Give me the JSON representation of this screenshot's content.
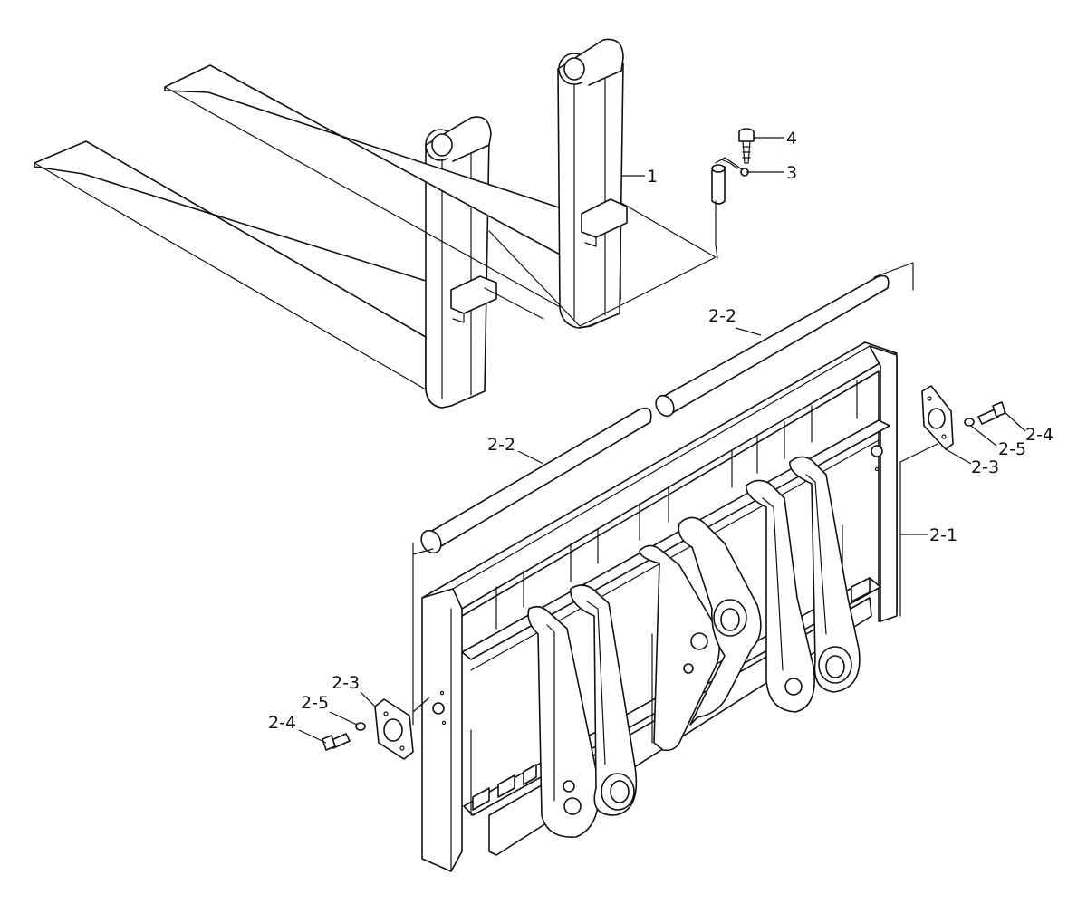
{
  "labels": {
    "fork": "1",
    "chain": "3",
    "screw_top": "4",
    "rod_upper": "2-2",
    "rod_lower": "2-2",
    "frame": "2-1",
    "right_plate": "2-3",
    "right_washer": "2-5",
    "right_bolt": "2-4",
    "left_plate": "2-3",
    "left_washer": "2-5",
    "left_bolt": "2-4"
  }
}
